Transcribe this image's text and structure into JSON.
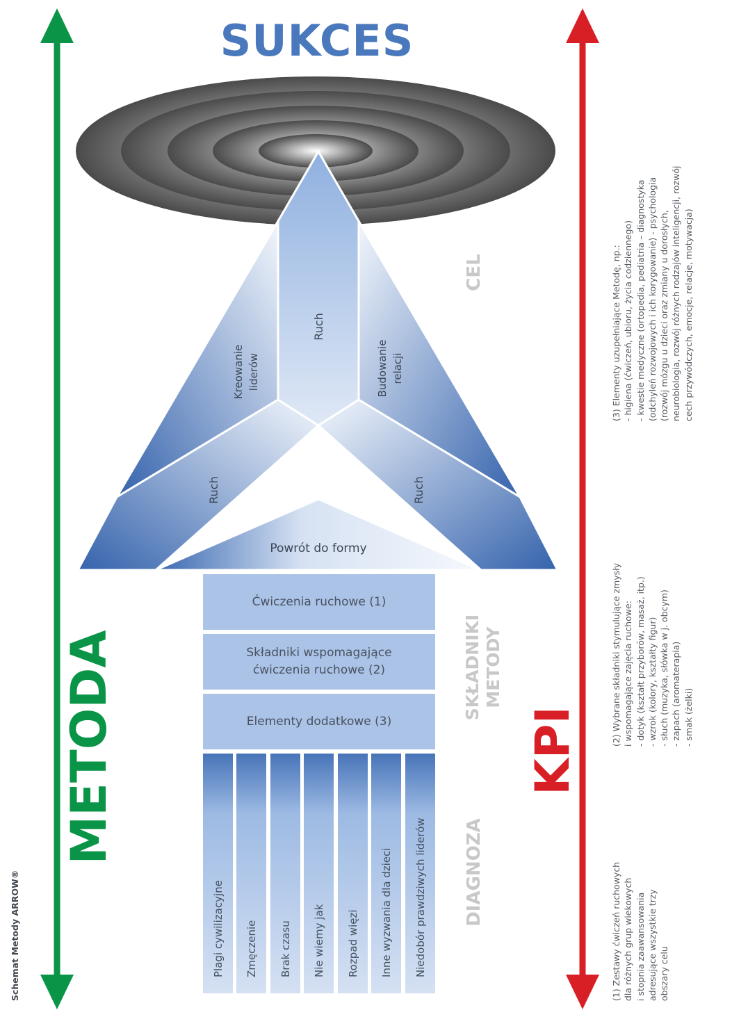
{
  "caption": "Schemat Metody ARROW®",
  "success": "SUKCES",
  "left_arrow_label": "METODA",
  "right_arrow_label": "KPI",
  "colors": {
    "green": "#0a9447",
    "red": "#d91f26",
    "blue": "#4a78bd",
    "grey_label": "#c8c8c8"
  },
  "section_labels": {
    "goal": "CEL",
    "components_line1": "SKŁADNIKI",
    "components_line2": "METODY",
    "diagnosis": "DIAGNOZA"
  },
  "arrow_parts": {
    "center": "Ruch",
    "upper_left_line1": "Kreowanie",
    "upper_left_line2": "liderów",
    "upper_right_line1": "Budowanie",
    "upper_right_line2": "relacji",
    "lower_left": "Ruch",
    "lower_right": "Ruch",
    "base": "Powrót do formy"
  },
  "components": [
    {
      "line1": "Ćwiczenia ruchowe (1)",
      "line2": ""
    },
    {
      "line1": "Składniki wspomagające",
      "line2": "ćwiczenia ruchowe (2)"
    },
    {
      "line1": "Elementy dodatkowe (3)",
      "line2": ""
    }
  ],
  "diagnosis": [
    "Plagi cywilizacyjne",
    "Zmęczenie",
    "Brak czasu",
    "Nie wiemy jak",
    "Rozpad więzi",
    "Inne wyzwania dla dzieci",
    "Niedobór prawdziwych liderów"
  ],
  "notes": {
    "note1": [
      "(1) Zestawy ćwiczeń ruchowych",
      "dla różnych grup wiekowych",
      "i stopnia zaawansowania",
      "adresujące wszystkie trzy",
      "obszary celu"
    ],
    "note2": [
      "(2) Wybrane składniki stymulujące zmysły",
      "i wspomagające zajęcia ruchowe:",
      "- dotyk (kształt przyborów, masaż, itp.)",
      "- wzrok (kolory, kształty figur)",
      "- słuch (muzyka, słówka w j. obcym)",
      "- zapach (aromaterapia)",
      "- smak (żelki)"
    ],
    "note3": [
      "(3) Elementy uzupełniające Metodę, np.:",
      "- higiena (ćwiczeń, ubioru, życia codziennego)",
      "- kwestie medyczne (ortopedia, pediatria – diagnostyka",
      "(odchyleń rozwojowych i ich korygowanie) - psychologia",
      "(rozwój mózgu u dzieci oraz zmiany u dorosłych,",
      "neurobiologia, rozwój różnych rodzajów inteligencji, rozwój",
      "cech przywódczych, emocje, relacje, motywacja)"
    ]
  }
}
